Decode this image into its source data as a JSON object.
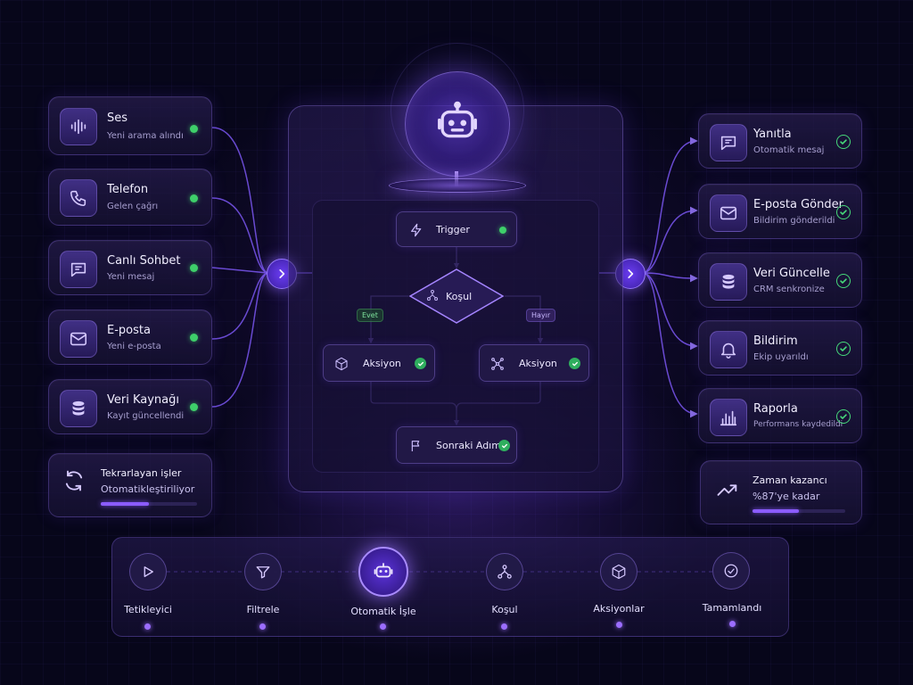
{
  "colors": {
    "accent": "#8b5cff",
    "background": "#07061a",
    "status_green": "#3ecf6a"
  },
  "sources": [
    {
      "title": "Ses",
      "subtitle": "Yeni arama alındı",
      "icon": "audio-wave-icon"
    },
    {
      "title": "Telefon",
      "subtitle": "Gelen çağrı",
      "icon": "phone-icon"
    },
    {
      "title": "Canlı Sohbet",
      "subtitle": "Yeni mesaj",
      "icon": "chat-icon"
    },
    {
      "title": "E-posta",
      "subtitle": "Yeni e-posta",
      "icon": "mail-icon"
    },
    {
      "title": "Veri Kaynağı",
      "subtitle": "Kayıt güncellendi",
      "icon": "database-icon"
    }
  ],
  "left_summary": {
    "title": "Tekrarlayan işler",
    "subtitle": "Otomatikleştiriliyor",
    "icon": "refresh-icon",
    "progress": 0.5
  },
  "outputs": [
    {
      "title": "Yanıtla",
      "subtitle": "Otomatik mesaj",
      "icon": "message-icon"
    },
    {
      "title": "E-posta Gönder",
      "subtitle": "Bildirim gönderildi",
      "icon": "mail-icon"
    },
    {
      "title": "Veri Güncelle",
      "subtitle": "CRM senkronize",
      "icon": "database-icon"
    },
    {
      "title": "Bildirim",
      "subtitle": "Ekip uyarıldı",
      "icon": "bell-icon"
    },
    {
      "title": "Raporla",
      "subtitle": "Performans kaydedildi",
      "icon": "bar-chart-icon"
    }
  ],
  "right_summary": {
    "title": "Zaman kazancı",
    "subtitle": "%87'ye kadar",
    "icon": "trend-up-icon",
    "progress": 0.5
  },
  "flow": {
    "trigger": "Trigger",
    "condition": "Koşul",
    "branch_yes": "Evet",
    "branch_no": "Hayır",
    "action_left": "Aksiyon",
    "action_right": "Aksiyon",
    "next_step": "Sonraki Adım"
  },
  "timeline": [
    {
      "label": "Tetikleyici",
      "icon": "play-icon",
      "active": false
    },
    {
      "label": "Filtrele",
      "icon": "filter-icon",
      "active": false
    },
    {
      "label": "Otomatik İşle",
      "icon": "robot-icon",
      "active": true
    },
    {
      "label": "Koşul",
      "icon": "branch-icon",
      "active": false
    },
    {
      "label": "Aksiyonlar",
      "icon": "cube-icon",
      "active": false
    },
    {
      "label": "Tamamlandı",
      "icon": "check-circle-icon",
      "active": false
    }
  ]
}
